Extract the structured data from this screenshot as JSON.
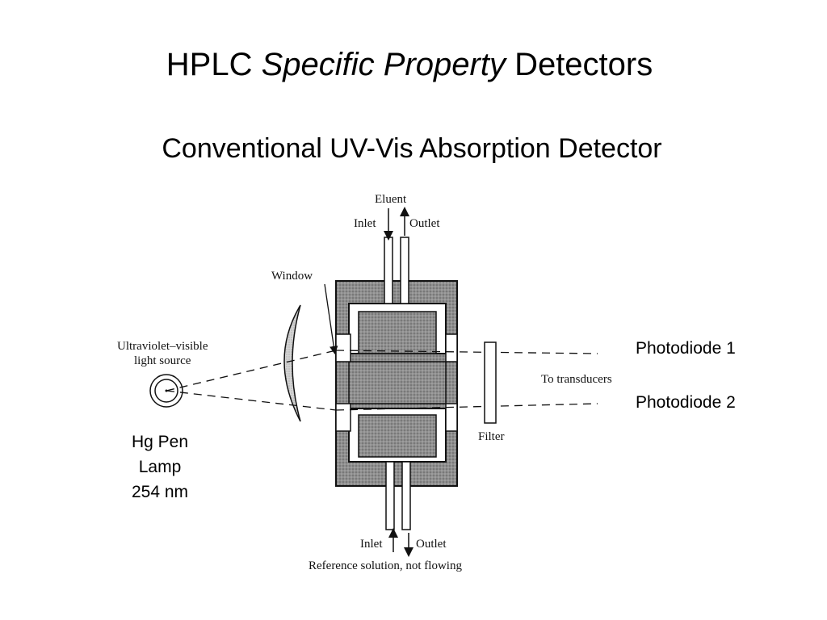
{
  "title": {
    "prefix": "HPLC",
    "emphasis": "Specific Property",
    "suffix": "Detectors"
  },
  "subtitle": "Conventional UV-Vis Absorption Detector",
  "diagram": {
    "eluent": "Eluent",
    "top_inlet": "Inlet",
    "top_outlet": "Outlet",
    "window": "Window",
    "light_source_line1": "Ultraviolet–visible",
    "light_source_line2": "light source",
    "to_transducers": "To transducers",
    "filter": "Filter",
    "bottom_inlet": "Inlet",
    "bottom_outlet": "Outlet",
    "reference": "Reference solution, not flowing"
  },
  "labels": {
    "photodiode_1": "Photodiode 1",
    "photodiode_2": "Photodiode 2",
    "lamp_line1": "Hg Pen",
    "lamp_line2": "Lamp",
    "lamp_line3": "254 nm"
  }
}
